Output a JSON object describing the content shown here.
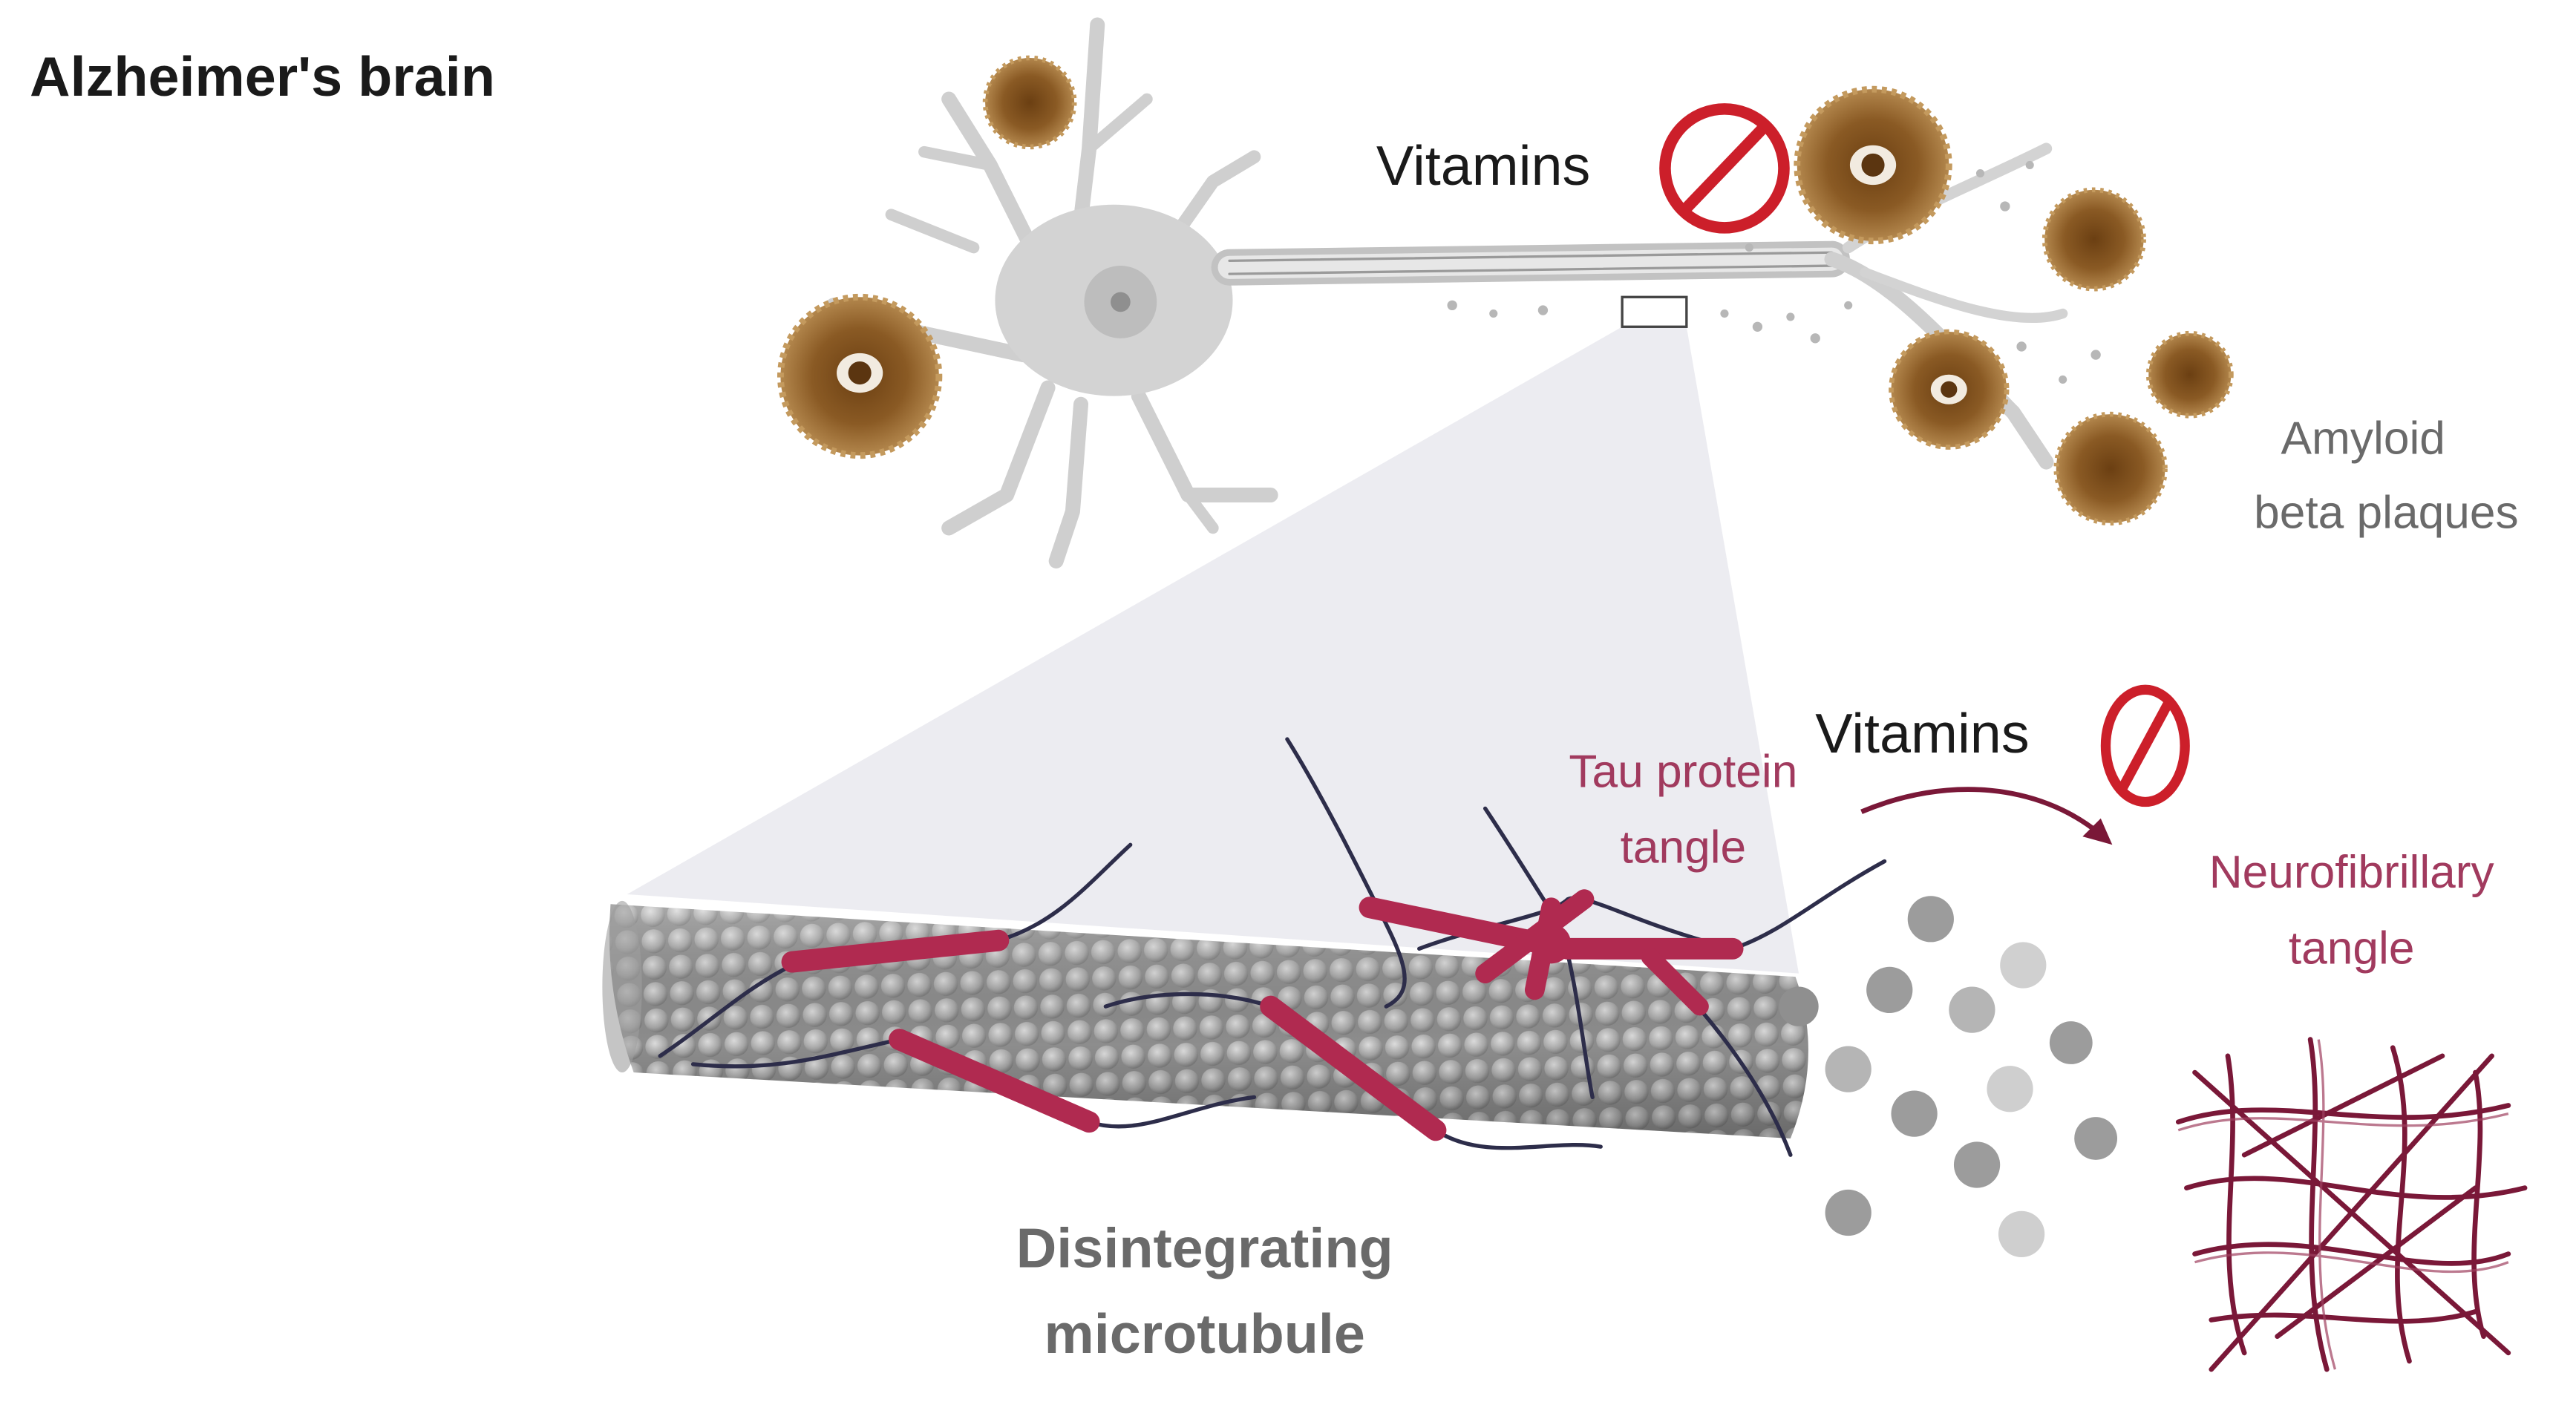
{
  "title": "Alzheimer's brain",
  "labels": {
    "vitamins_top": "Vitamins",
    "vitamins_bottom": "Vitamins",
    "amyloid_line1": "Amyloid",
    "amyloid_line2": "beta plaques",
    "tau_line1": "Tau protein",
    "tau_line2": "tangle",
    "nft_line1": "Neurofibrillary",
    "nft_line2": "tangle",
    "micro_line1": "Disintegrating",
    "micro_line2": "microtubule"
  },
  "colors": {
    "title": "#1a1a1a",
    "gray_text": "#6a6a6a",
    "tau_text": "#a13a5e",
    "neuron": "#cfcfcf",
    "plaque": "#8a5a24",
    "tau": "#b02a50",
    "prohibit": "#cc1f2a",
    "tangle": "#7a1838"
  },
  "icons": {
    "prohibit": "no-symbol-icon",
    "arrow": "curved-arrow-icon"
  }
}
